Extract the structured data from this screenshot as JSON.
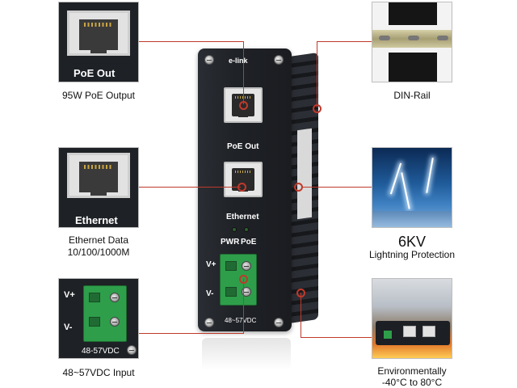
{
  "device": {
    "brand": "e-link",
    "port_top_label": "PoE Out",
    "port_bottom_label": "Ethernet",
    "led_labels": [
      "PWR",
      "PoE"
    ],
    "terminal_labels": [
      "V+",
      "V-"
    ],
    "voltage_label": "48~57VDC"
  },
  "callouts": {
    "poe_out": {
      "image_label": "PoE Out",
      "caption": "95W PoE Output"
    },
    "ethernet": {
      "image_label": "Ethernet",
      "caption_line1": "Ethernet Data",
      "caption_line2": "10/100/1000M"
    },
    "dc_input": {
      "image_labels": [
        "V+",
        "V-"
      ],
      "image_voltage": "48-57VDC",
      "caption": "48~57VDC Input"
    },
    "din_rail": {
      "caption": "DIN-Rail"
    },
    "lightning": {
      "caption_big": "6KV",
      "caption": "Lightning Protection"
    },
    "environment": {
      "caption_line1": "Environmentally",
      "caption_line2": "-40°C to 80°C"
    }
  },
  "colors": {
    "connector": "#c0392b",
    "device_body": "#1f2227",
    "terminal_green": "#2e9e4a"
  }
}
